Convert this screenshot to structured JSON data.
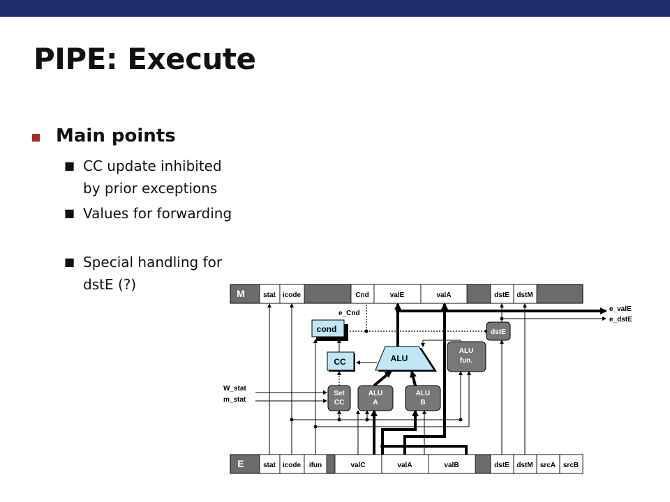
{
  "slide": {
    "title": "PIPE: Execute",
    "heading": "Main points",
    "bullets": [
      "CC update inhibited by prior exceptions",
      "Values for forwarding",
      "Special handling for dstE (?)"
    ]
  },
  "diagram": {
    "m_register": {
      "name": "M",
      "fields": [
        "stat",
        "icode",
        "Cnd",
        "valE",
        "valA",
        "dstE",
        "dstM"
      ]
    },
    "e_register": {
      "name": "E",
      "fields": [
        "stat",
        "icode",
        "ifun",
        "valC",
        "valA",
        "valB",
        "dstE",
        "dstM",
        "srcA",
        "srcB"
      ]
    },
    "blocks": {
      "cond": "cond",
      "cc": "CC",
      "alu": "ALU",
      "set_cc": [
        "Set",
        "CC"
      ],
      "alu_a": [
        "ALU",
        "A"
      ],
      "alu_b": [
        "ALU",
        "B"
      ],
      "alu_fun": [
        "ALU",
        "fun."
      ],
      "dste": "dstE"
    },
    "signals": {
      "e_cnd": "e_Cnd",
      "e_vale": "e_valE",
      "e_dste": "e_dstE",
      "w_stat": "W_stat",
      "m_stat": "m_stat"
    },
    "colors": {
      "topbar": "#1f2f6b",
      "bullet_square": "#a32a2a",
      "register": "#666666",
      "control_block": "#777777",
      "logic_block": "#bfe7f7"
    }
  }
}
